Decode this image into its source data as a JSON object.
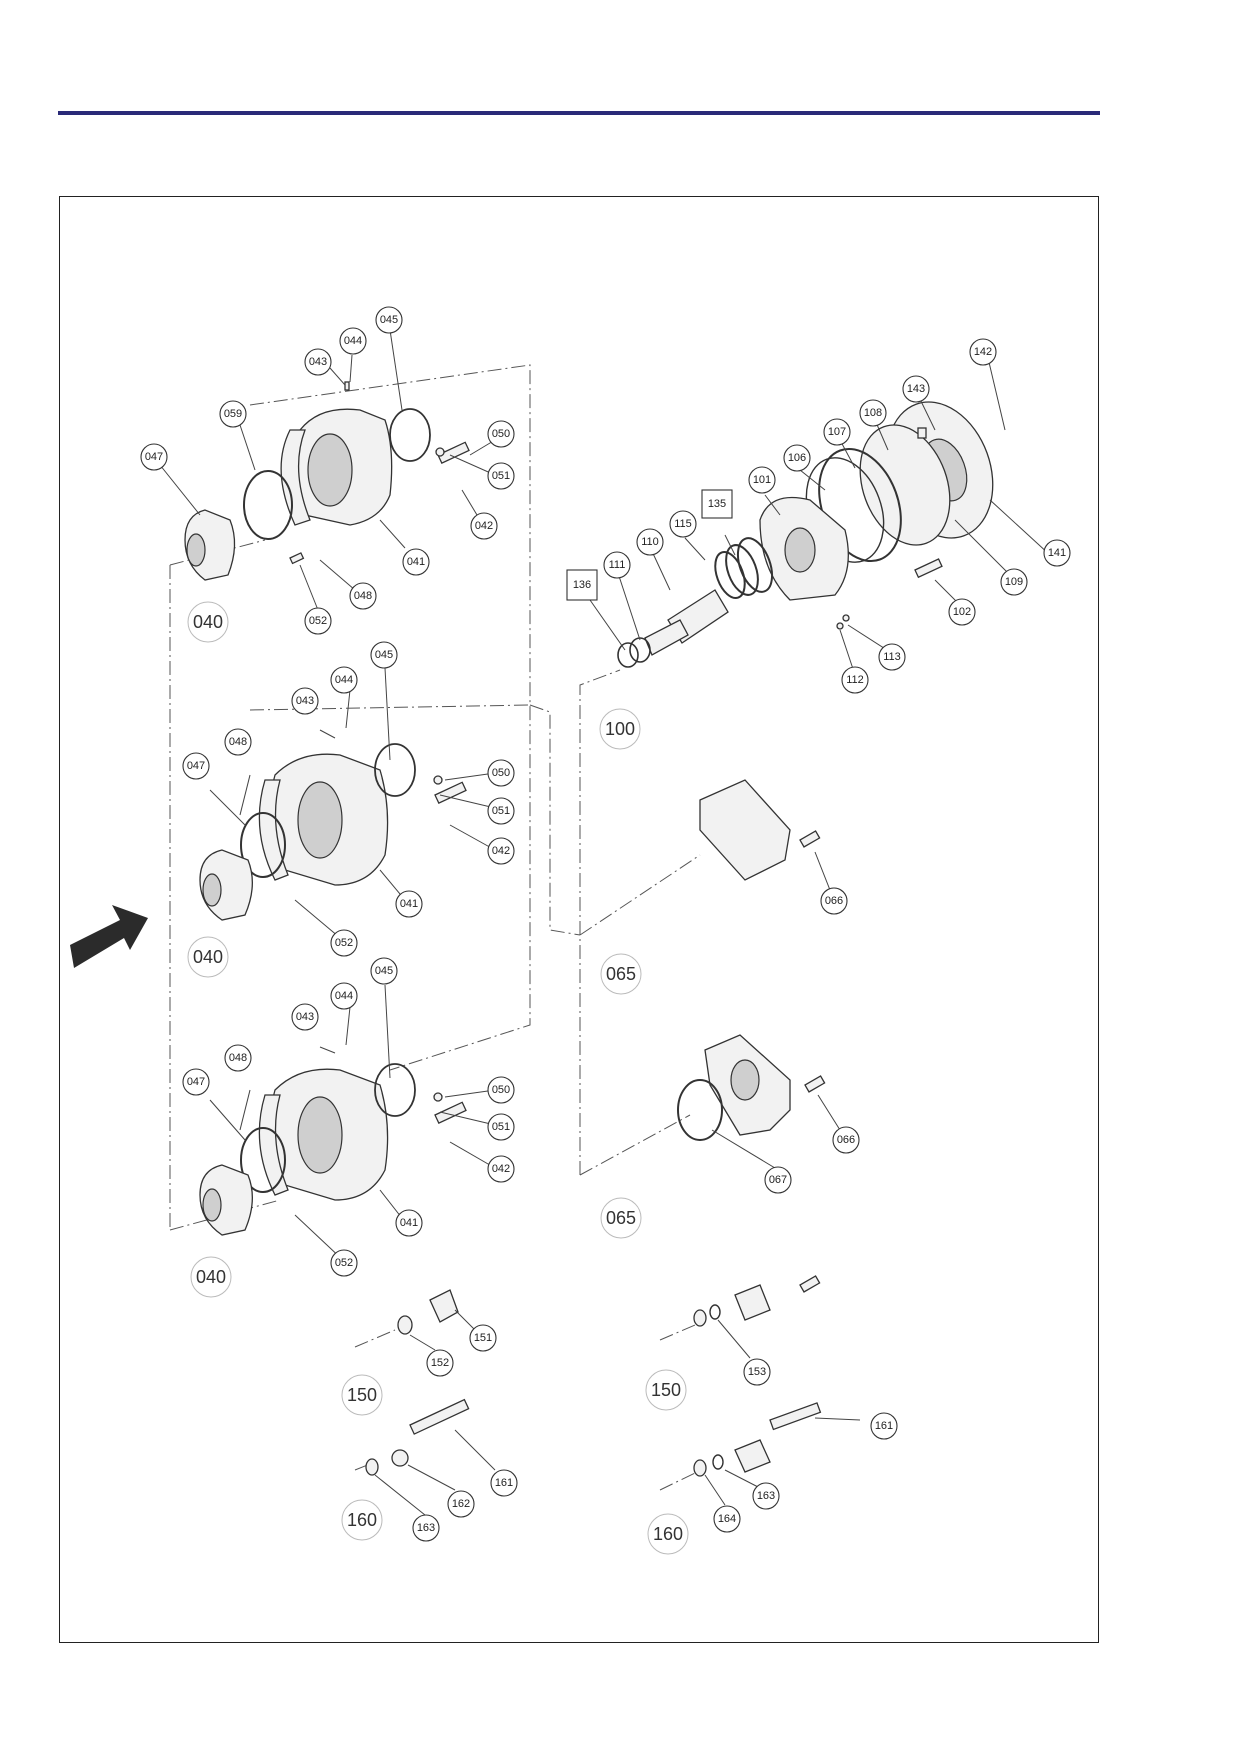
{
  "colors": {
    "header_rule": "#2a2a78",
    "arrow": "#2b2b2b"
  },
  "group_labels": {
    "hub_top": "040",
    "hub_mid": "040",
    "hub_bot": "040",
    "brake": "100",
    "cover_a": "065",
    "cover_b": "065",
    "valve_a": "150",
    "valve_b": "150",
    "bleed_a": "160",
    "bleed_b": "160"
  },
  "callouts": {
    "h1_047": "047",
    "h1_059": "059",
    "h1_043": "043",
    "h1_044": "044",
    "h1_045": "045",
    "h1_050": "050",
    "h1_051": "051",
    "h1_042": "042",
    "h1_041": "041",
    "h1_048": "048",
    "h1_052": "052",
    "h2_047": "047",
    "h2_048": "048",
    "h2_043": "043",
    "h2_044": "044",
    "h2_045": "045",
    "h2_050": "050",
    "h2_051": "051",
    "h2_042": "042",
    "h2_041": "041",
    "h2_052": "052",
    "h3_047": "047",
    "h3_048": "048",
    "h3_043": "043",
    "h3_044": "044",
    "h3_045": "045",
    "h3_050": "050",
    "h3_051": "051",
    "h3_042": "042",
    "h3_041": "041",
    "h3_052": "052",
    "b_142": "142",
    "b_143": "143",
    "b_108": "108",
    "b_107": "107",
    "b_106": "106",
    "b_101": "101",
    "b_135": "135",
    "b_115": "115",
    "b_110": "110",
    "b_111": "111",
    "b_136": "136",
    "b_141": "141",
    "b_109": "109",
    "b_102": "102",
    "b_113": "113",
    "b_112": "112",
    "c1_066": "066",
    "c2_066": "066",
    "c2_067": "067",
    "v1_151": "151",
    "v1_152": "152",
    "v2_153": "153",
    "l1_161": "161",
    "l1_162": "162",
    "l1_163": "163",
    "l2_161": "161",
    "l2_163": "163",
    "l2_164": "164"
  }
}
